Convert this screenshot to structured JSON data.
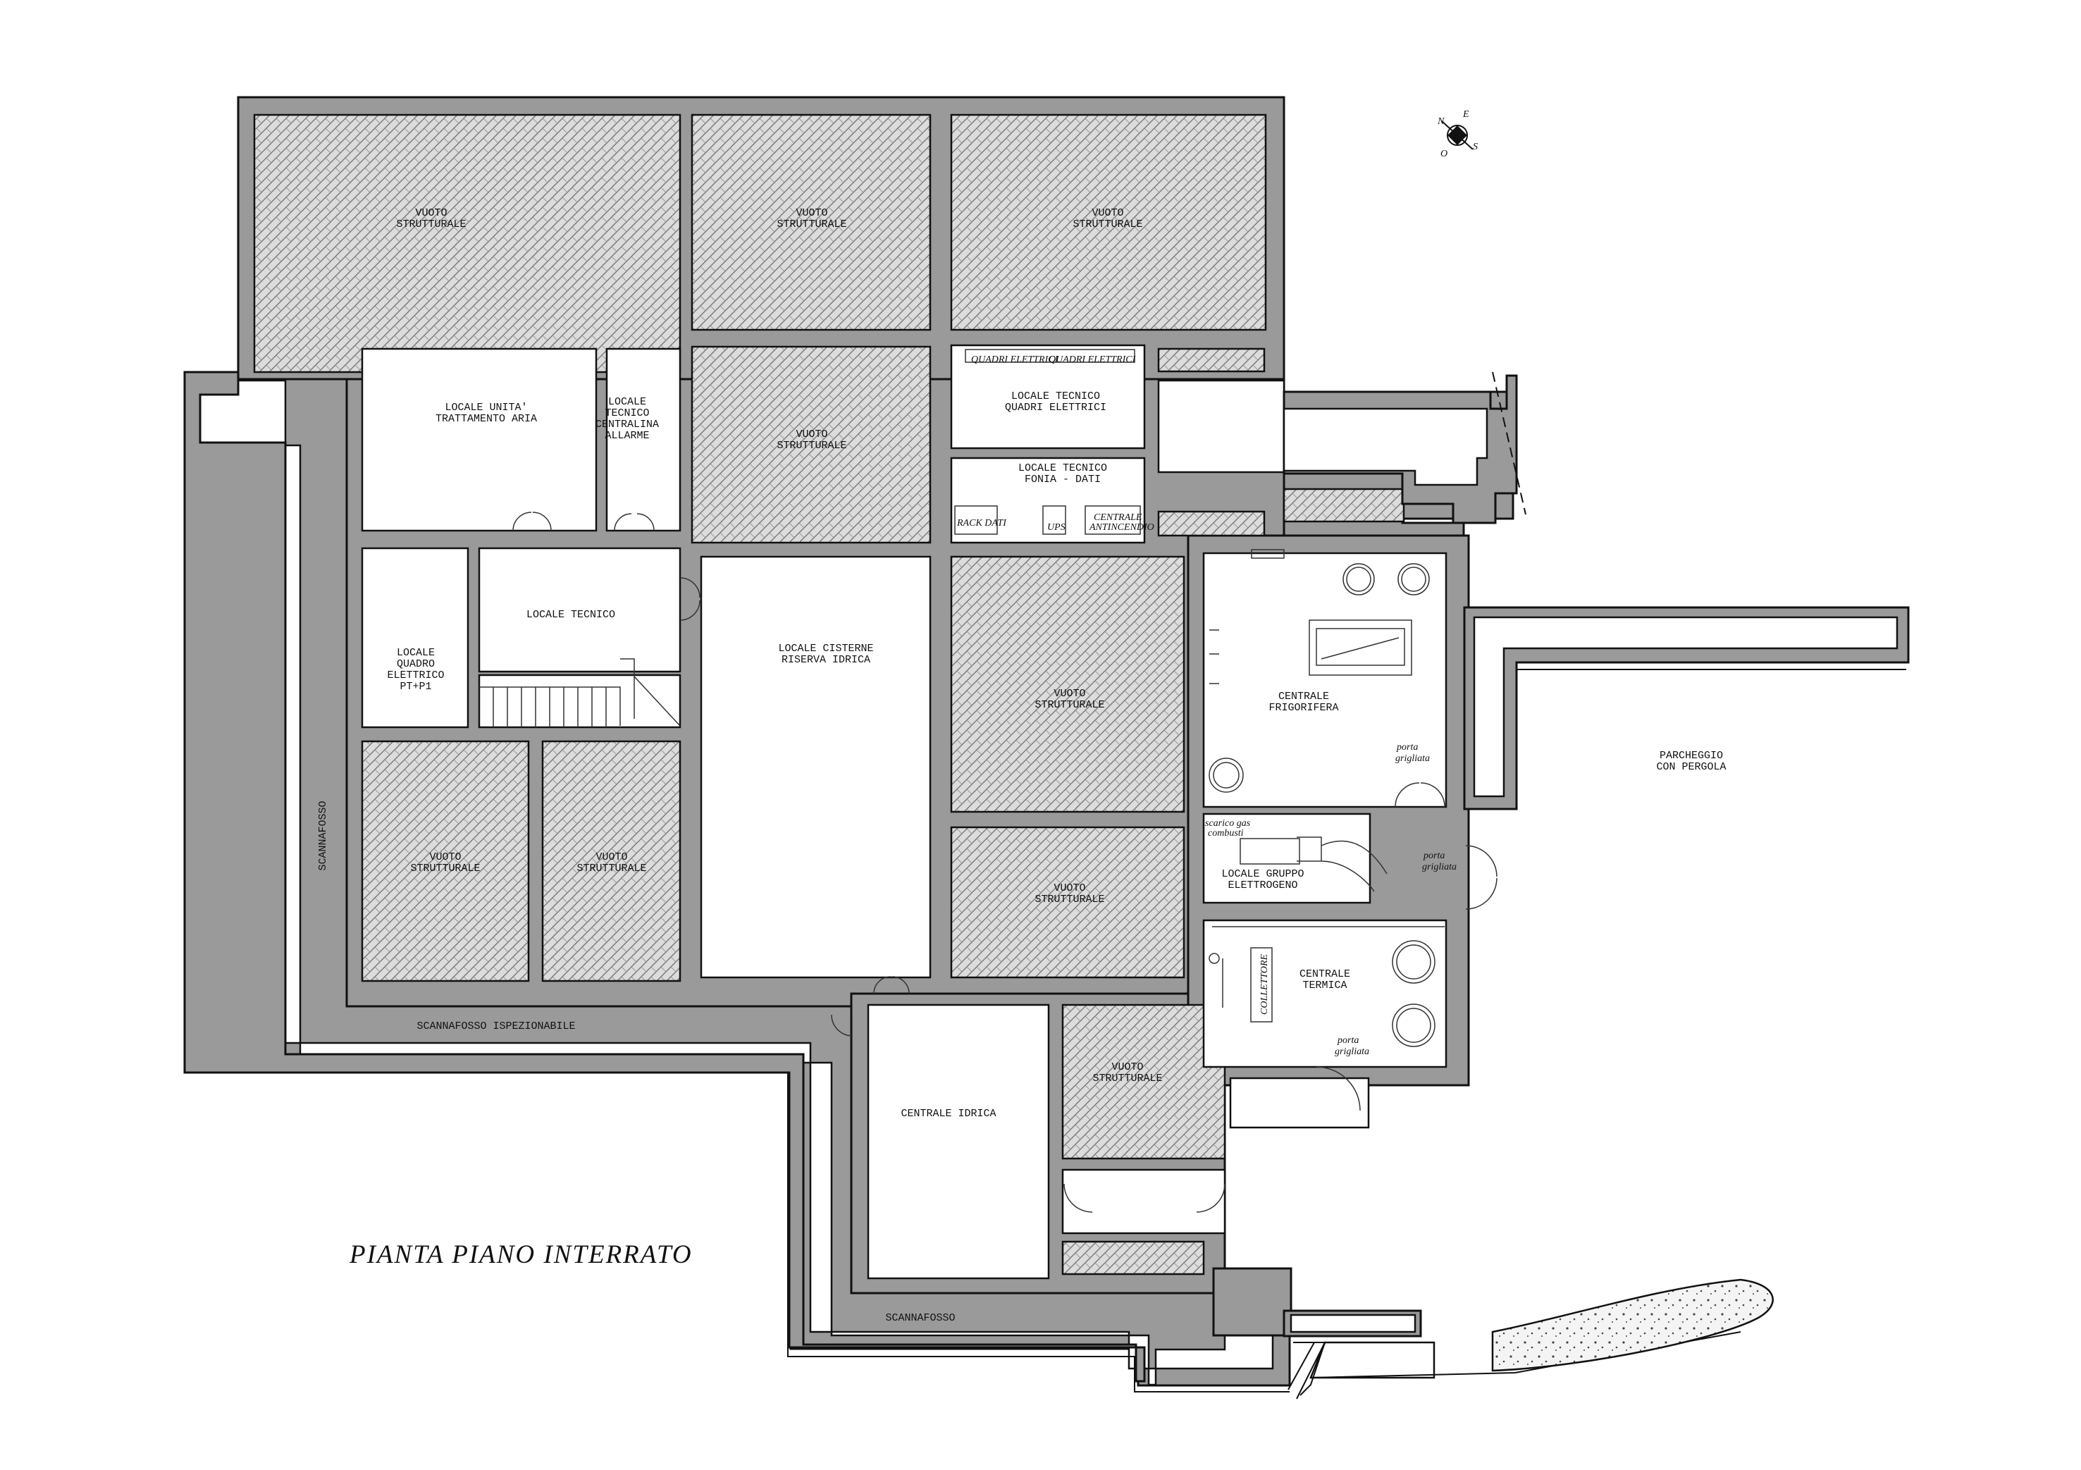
{
  "title": "PIANTA  PIANO  INTERRATO",
  "compass": {
    "n": "N",
    "e": "E",
    "s": "S",
    "o": "O"
  },
  "rooms": {
    "void_label_1": "VUOTO",
    "void_label_2": "STRUTTURALE",
    "uta": [
      "LOCALE UNITA'",
      "TRATTAMENTO ARIA"
    ],
    "allarme": [
      "LOCALE",
      "TECNICO",
      "CENTRALINA",
      "ALLARME"
    ],
    "locale_tecnico": "LOCALE TECNICO",
    "quadro": [
      "LOCALE",
      "QUADRO",
      "ELETTRICO",
      "PT+P1"
    ],
    "cisterne": [
      "LOCALE CISTERNE",
      "RISERVA IDRICA"
    ],
    "quadri_elettrici": [
      "LOCALE  TECNICO",
      "QUADRI ELETTRICI"
    ],
    "fonia_dati": [
      "LOCALE  TECNICO",
      "FONIA  - DATI"
    ],
    "frigorifera": [
      "CENTRALE",
      "FRIGORIFERA"
    ],
    "gruppo": [
      "LOCALE GRUPPO",
      "ELETTROGENO"
    ],
    "termica": [
      "CENTRALE",
      "TERMICA"
    ],
    "idrica": "CENTRALE IDRICA",
    "parcheggio": [
      "PARCHEGGIO",
      "CON PERGOLA"
    ],
    "scannafosso": "SCANNAFOSSO",
    "scannafosso_isp": "SCANNAFOSSO  ISPEZIONABILE"
  },
  "notes": {
    "quadri_top": "QUADRI ELETTRICI",
    "quadri_top2": "QUADRI ELETTRICI",
    "rack": "RACK DATI",
    "ups": "UPS",
    "centrale_antincendio": [
      "CENTRALE",
      "ANTINCENDIO"
    ],
    "porta_grigliata": [
      "porta",
      "grigliata"
    ],
    "scarico": [
      "scarico gas",
      "combusti"
    ],
    "collettore": "COLLETTORE"
  }
}
